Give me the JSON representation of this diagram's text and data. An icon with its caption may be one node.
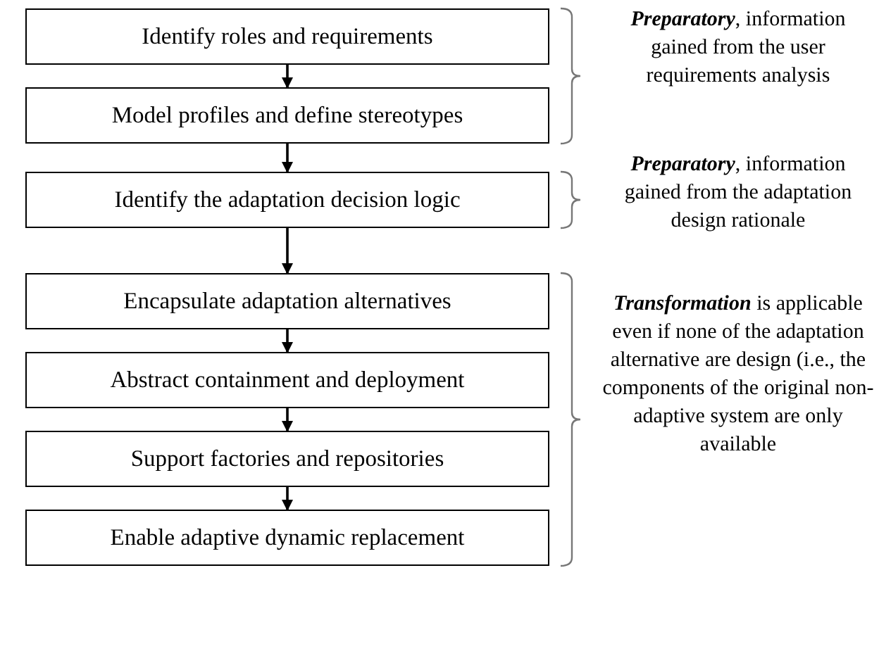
{
  "diagram": {
    "nodes": [
      {
        "text": [
          "Identify roles and requirements"
        ]
      },
      {
        "text": [
          "Model profiles and define stereotypes"
        ]
      },
      {
        "text": [
          "Identify the adaptation decision logic"
        ]
      },
      {
        "text": [
          "Encapsulate adaptation alternatives"
        ]
      },
      {
        "text": [
          "Abstract containment and deployment"
        ]
      },
      {
        "text": [
          "Support factories and repositories"
        ]
      },
      {
        "text": [
          "Enable adaptive dynamic replacement"
        ]
      }
    ],
    "edges": [
      {
        "from": 0,
        "to": 1,
        "arrow": "to"
      },
      {
        "from": 1,
        "to": 2,
        "arrow": "to"
      },
      {
        "from": 2,
        "to": 3,
        "arrow": "to"
      },
      {
        "from": 3,
        "to": 4,
        "arrow": "to"
      },
      {
        "from": 4,
        "to": 5,
        "arrow": "to"
      },
      {
        "from": 5,
        "to": 6,
        "arrow": "to"
      }
    ],
    "labels": [
      "**Preparatory**, information gained from the user requirements analysis",
      "**Preparatory**, information gained from the adaptation design rationale",
      "**Transformation** is applicable even if none of the adaptation alternative are design (i.e., the components of the original non-adaptive system are only available"
    ]
  }
}
